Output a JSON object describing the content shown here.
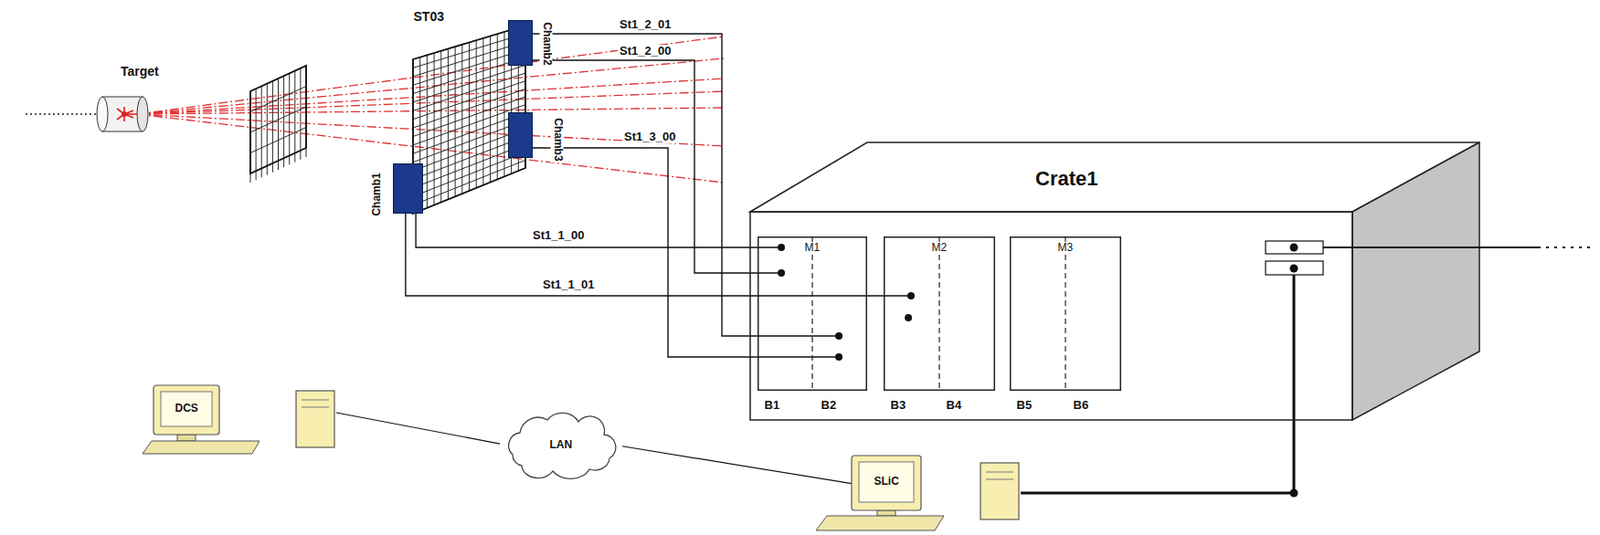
{
  "diagram": {
    "nodes": [
      {
        "text": [
          "Target"
        ]
      },
      {
        "text": [
          "ST03"
        ]
      },
      {
        "text": [
          "Chamb2"
        ],
        "in": 1
      },
      {
        "text": [
          "Chamb3"
        ],
        "in": 1
      },
      {
        "text": [
          "Chamb1"
        ],
        "in": 1
      },
      {
        "text": [
          "Crate1"
        ]
      },
      {
        "text": [
          "M1"
        ],
        "in": 5
      },
      {
        "text": [
          "M2"
        ],
        "in": 5
      },
      {
        "text": [
          "M3"
        ],
        "in": 5
      },
      {
        "text": [
          "DCS"
        ]
      },
      {
        "text": [
          "LAN"
        ]
      },
      {
        "text": [
          "SLiC"
        ]
      }
    ],
    "edges": [
      {
        "from": 2,
        "to": 6,
        "arrow": "none",
        "label": "St1_2_01"
      },
      {
        "from": 2,
        "to": 6,
        "arrow": "none",
        "label": "St1_2_00"
      },
      {
        "from": 3,
        "to": 6,
        "arrow": "none",
        "label": "St1_3_00"
      },
      {
        "from": 4,
        "to": 6,
        "arrow": "none",
        "label": "St1_1_00"
      },
      {
        "from": 4,
        "to": 7,
        "arrow": "none",
        "label": "St1_1_01"
      },
      {
        "from": 9,
        "to": 10,
        "arrow": "none"
      },
      {
        "from": 10,
        "to": 11,
        "arrow": "none"
      },
      {
        "from": 11,
        "to": 5,
        "arrow": "none"
      }
    ],
    "labels": [
      "B1",
      "B2",
      "B3",
      "B4",
      "B5",
      "B6"
    ]
  }
}
